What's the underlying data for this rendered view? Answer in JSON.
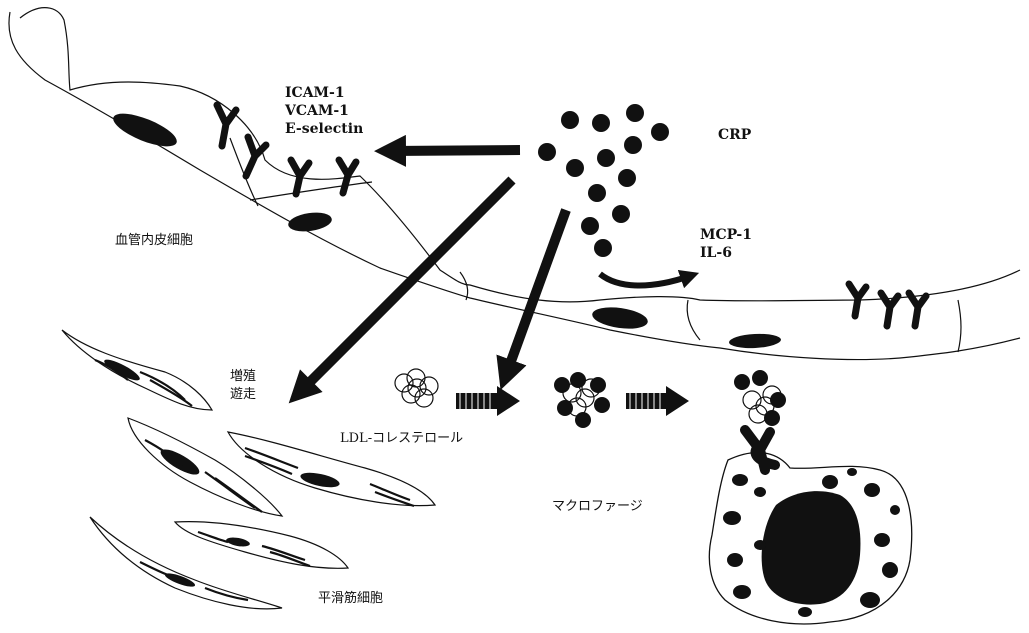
{
  "labels": {
    "adhesion": [
      "ICAM-1",
      "VCAM-1",
      "E-selectin"
    ],
    "crp": "CRP",
    "cytokines": [
      "MCP-1",
      "IL-6"
    ],
    "endothelial_cell": "血管内皮細胞",
    "proliferation": [
      "増殖",
      "遊走"
    ],
    "ldl": "LDL-コレステロール",
    "macrophage": "マクロファージ",
    "smooth_muscle": "平滑筋細胞"
  },
  "colors": {
    "ink": "#111111",
    "background": "#ffffff"
  }
}
